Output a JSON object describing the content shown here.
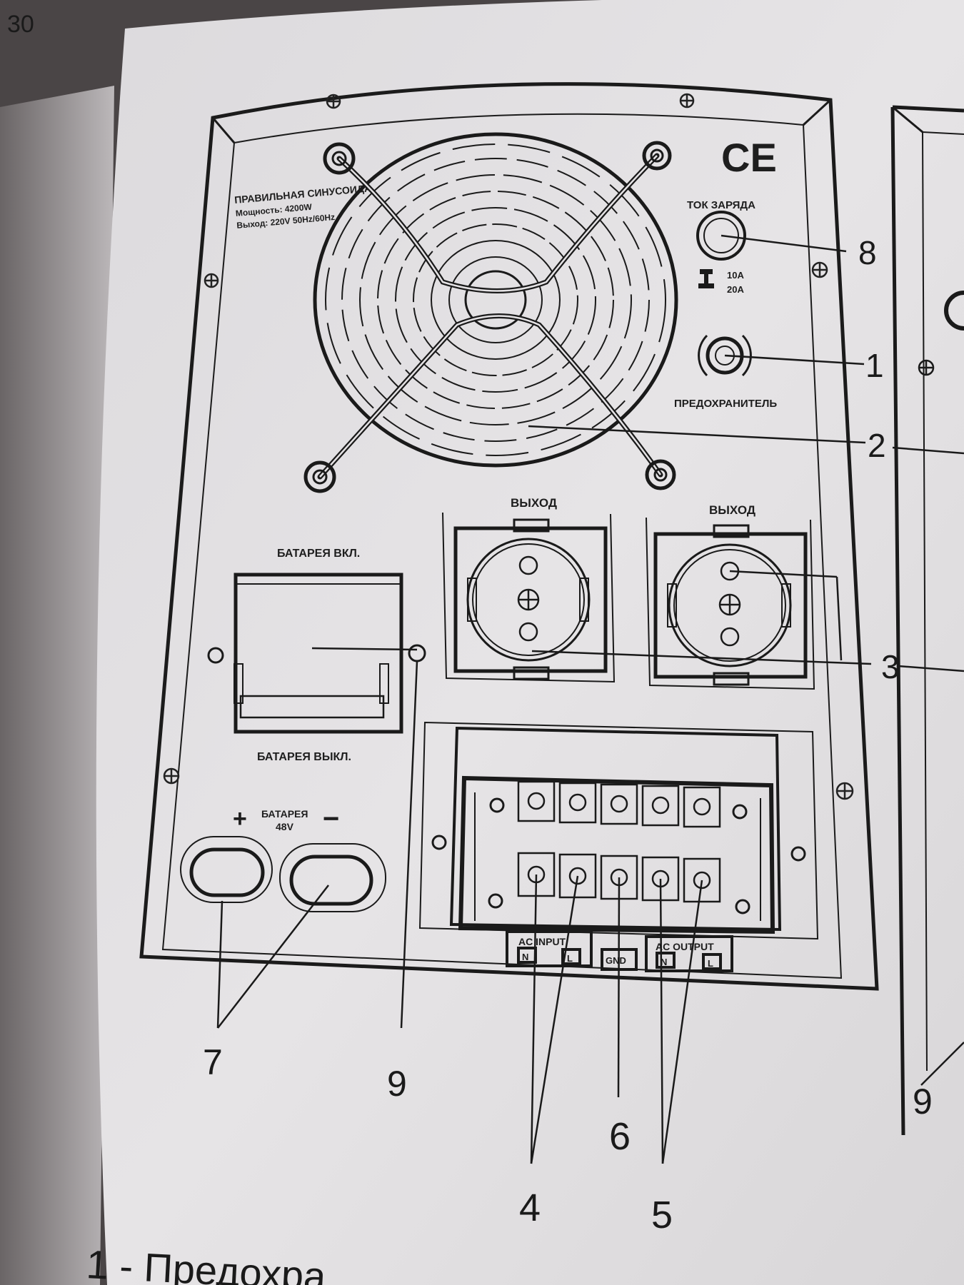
{
  "corner_text": "30",
  "panel": {
    "spec_lines": [
      "ПРАВИЛЬНАЯ СИНУСОИДА",
      "Мощность: 4200W",
      "Выход: 220V  50Hz/60Hz"
    ],
    "ce_mark": "CE",
    "charge_current_label": "ТОК ЗАРЯДА",
    "charge_options": [
      "10A",
      "20A"
    ],
    "fuse_label": "ПРЕДОХРАНИТЕЛЬ",
    "output_label_left": "ВЫХОД",
    "output_label_right": "ВЫХОД",
    "battery_on_label": "БАТАРЕЯ ВКЛ.",
    "battery_off_label": "БАТАРЕЯ ВЫКЛ.",
    "battery_terminal_label": [
      "БАТАРЕЯ",
      "48V"
    ],
    "battery_plus": "+",
    "battery_minus": "−",
    "ac_input_label": "AC INPUT",
    "ac_input_pins": [
      "N",
      "L"
    ],
    "gnd_label": "GND",
    "ac_output_label": "AC OUTPUT",
    "ac_output_pins": [
      "N",
      "L"
    ]
  },
  "callouts": {
    "c1": "1",
    "c2": "2",
    "c3": "3",
    "c4": "4",
    "c5": "5",
    "c6": "6",
    "c7": "7",
    "c8": "8",
    "c9": "9",
    "c9b": "9"
  },
  "right_partial": {
    "callout": "9"
  },
  "legend_fragment": "1 - Предохра"
}
